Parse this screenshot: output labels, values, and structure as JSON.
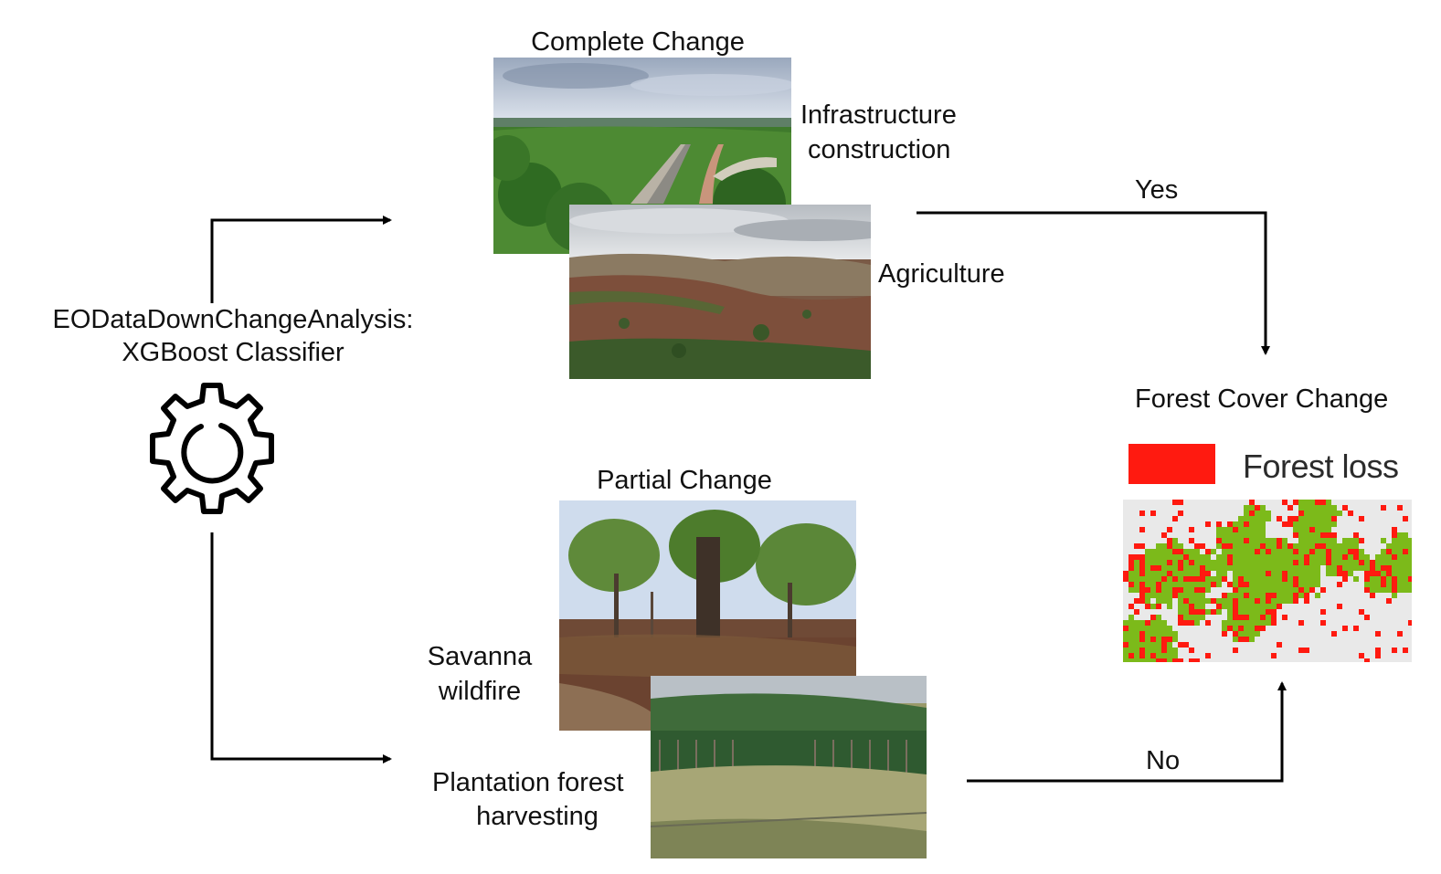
{
  "classifier": {
    "title_line1": "EODataDownChangeAnalysis:",
    "title_line2": "XGBoost Classifier",
    "icon": "gear-icon"
  },
  "complete_change": {
    "heading": "Complete Change",
    "infrastructure_label_line1": "Infrastructure",
    "infrastructure_label_line2": "construction",
    "agriculture_label": "Agriculture"
  },
  "partial_change": {
    "heading": "Partial Change",
    "wildfire_label_line1": "Savanna",
    "wildfire_label_line2": "wildfire",
    "plantation_label_line1": "Plantation forest",
    "plantation_label_line2": "harvesting"
  },
  "decision": {
    "yes_label": "Yes",
    "no_label": "No"
  },
  "output": {
    "heading": "Forest Cover Change",
    "legend_label": "Forest loss",
    "colors": {
      "loss": "#ff1a10",
      "forest": "#7cba1a",
      "background": "#e9e9e9"
    }
  }
}
